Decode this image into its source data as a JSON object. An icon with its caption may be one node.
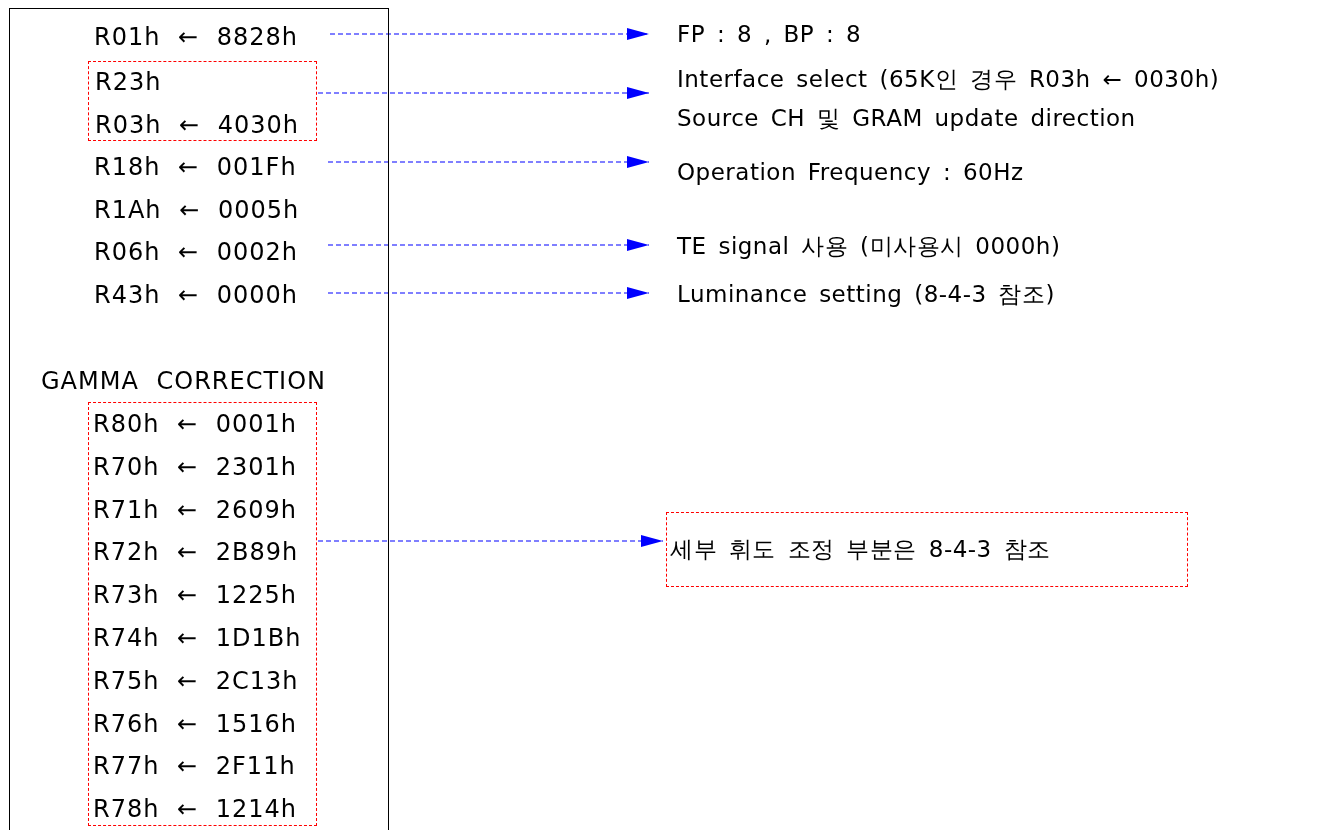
{
  "diagram": {
    "nodes": [
      {
        "text": [],
        "shape": "box"
      },
      {
        "text": [
          "R01h ← 8828h"
        ],
        "in": 0
      },
      {
        "text": [
          "R23h",
          "R03h ← 4030h"
        ],
        "in": 0
      },
      {
        "text": [
          "R18h ← 001Fh"
        ],
        "in": 0
      },
      {
        "text": [
          "R1Ah ← 0005h"
        ],
        "in": 0
      },
      {
        "text": [
          "R06h ← 0002h"
        ],
        "in": 0
      },
      {
        "text": [
          "R43h ← 0000h"
        ],
        "in": 0
      },
      {
        "text": [
          "GAMMA CORRECTION",
          "R80h ← 0001h",
          "R70h ← 2301h",
          "R71h ← 2609h",
          "R72h ← 2B89h",
          "R73h ← 1225h",
          "R74h ← 1D1Bh",
          "R75h ← 2C13h",
          "R76h ← 1516h",
          "R77h ← 2F11h",
          "R78h ← 1214h"
        ],
        "in": 0
      },
      {
        "text": [
          "FP : 8 , BP : 8"
        ]
      },
      {
        "text": [
          "Interface select (65K인 경우 R03h ← 0030h)",
          "Source CH 및 GRAM update direction"
        ]
      },
      {
        "text": [
          "Operation Frequency : 60Hz"
        ]
      },
      {
        "text": [
          "TE signal 사용 (미사용시 0000h)"
        ]
      },
      {
        "text": [
          "Luminance setting (8-4-3 참조)"
        ]
      },
      {
        "text": [
          "세부 휘도 조정 부분은 8-4-3 참조"
        ]
      }
    ],
    "edges": [
      {
        "from": 1,
        "to": 8,
        "arrow": "to",
        "style": "dashed"
      },
      {
        "from": 2,
        "to": 9,
        "arrow": "to",
        "style": "dashed"
      },
      {
        "from": 3,
        "to": 10,
        "arrow": "to",
        "style": "dashed"
      },
      {
        "from": 5,
        "to": 11,
        "arrow": "to",
        "style": "dashed"
      },
      {
        "from": 6,
        "to": 12,
        "arrow": "to",
        "style": "dashed"
      },
      {
        "from": 7,
        "to": 13,
        "arrow": "to",
        "style": "dashed"
      }
    ]
  }
}
